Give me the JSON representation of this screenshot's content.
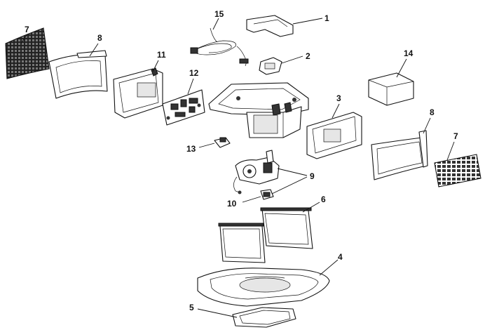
{
  "callouts": [
    {
      "label": "1"
    },
    {
      "label": "2"
    },
    {
      "label": "3"
    },
    {
      "label": "4"
    },
    {
      "label": "5"
    },
    {
      "label": "6"
    },
    {
      "label": "7"
    },
    {
      "label": "7"
    },
    {
      "label": "8"
    },
    {
      "label": "8"
    },
    {
      "label": "9"
    },
    {
      "label": "10"
    },
    {
      "label": "11"
    },
    {
      "label": "12"
    },
    {
      "label": "13"
    },
    {
      "label": "14"
    },
    {
      "label": "15"
    }
  ]
}
